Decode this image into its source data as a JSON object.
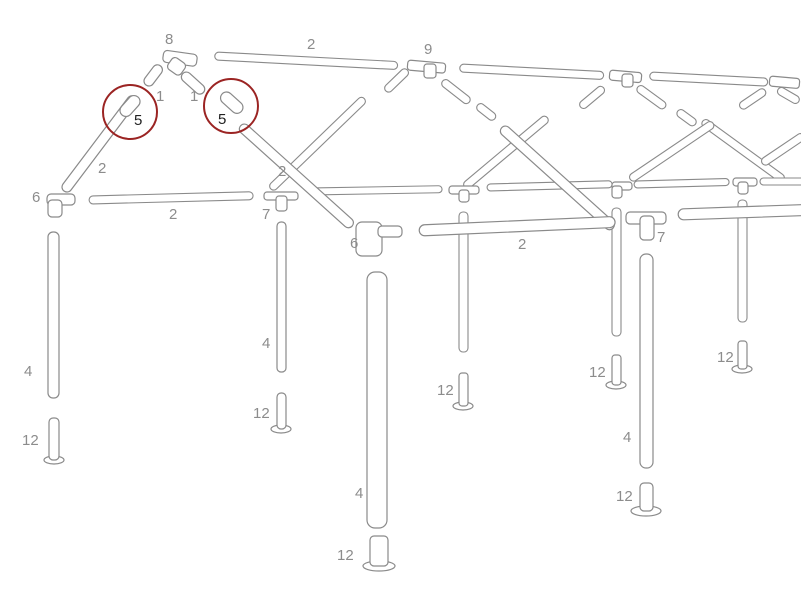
{
  "colors": {
    "pipe_stroke": "#8a8a8a",
    "label_text": "#8c8c8c",
    "highlight_ring": "#9b2423",
    "highlight_text": "#222222"
  },
  "labels": {
    "l1": "8",
    "l2": "2",
    "l3": "9",
    "l4": "1",
    "l5": "1",
    "l6": "2",
    "l7": "6",
    "l8": "2",
    "l9": "2",
    "l10": "7",
    "l11": "6",
    "l12": "2",
    "l13": "7",
    "l14": "4",
    "l15": "4",
    "l16": "12",
    "l17": "12",
    "l18": "12",
    "l19": "12",
    "l20": "12",
    "l21": "4",
    "l22": "4",
    "l23": "12",
    "l24": "12"
  },
  "highlights": {
    "left_part": "5",
    "right_part": "5"
  }
}
